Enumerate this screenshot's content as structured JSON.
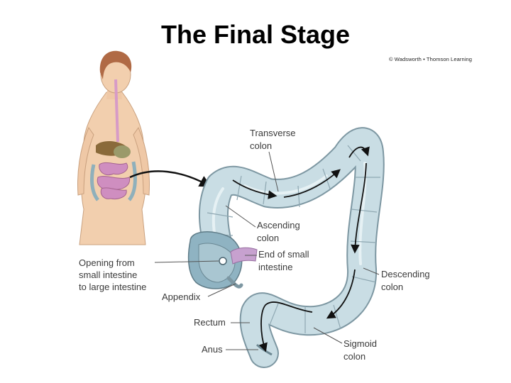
{
  "title": "The Final Stage",
  "credit": "© Wadsworth • Thomson Learning",
  "labels": {
    "transverse_colon": [
      "Transverse",
      "colon"
    ],
    "ascending_colon": [
      "Ascending",
      "colon"
    ],
    "end_small_intestine": [
      "End of small",
      "intestine"
    ],
    "opening": [
      "Opening from",
      "small intestine",
      "to large intestine"
    ],
    "appendix": [
      "Appendix"
    ],
    "descending_colon": [
      "Descending",
      "colon"
    ],
    "rectum": [
      "Rectum"
    ],
    "anus": [
      "Anus"
    ],
    "sigmoid_colon": [
      "Sigmoid",
      "colon"
    ]
  },
  "colors": {
    "colon_fill": "#c9dde4",
    "colon_outline": "#7d97a2",
    "skin": "#f2cfae",
    "hair": "#b06a45",
    "small_intestine": "#cf8ec0",
    "liver": "#8a6a3a",
    "esophagus": "#d79bc7",
    "end_small_intestine": "#c7a1cf"
  }
}
